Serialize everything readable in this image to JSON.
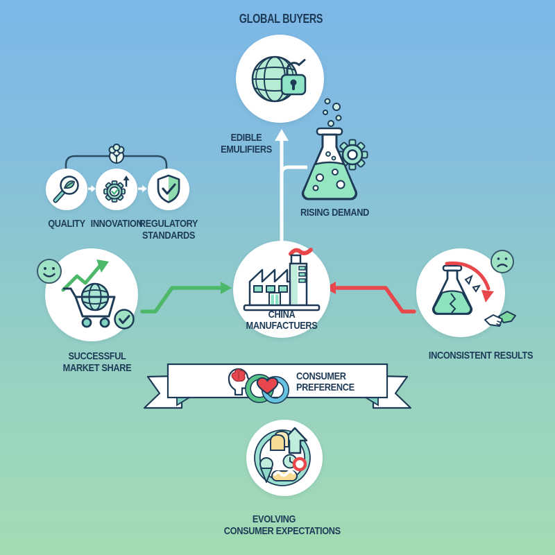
{
  "palette": {
    "bg_top": "#7cb7e7",
    "bg_middle": "#8fc9cb",
    "bg_bottom": "#a2dcb3",
    "ink": "#1d3a56",
    "mint": "#9fe3c4",
    "mint_pale": "#bfeedd",
    "teal": "#7fd4c4",
    "icon_teal": "#8fe0c8",
    "arrow_green": "#4db869",
    "arrow_red": "#e8474b",
    "ring_green": "#56c488",
    "ring_blue": "#68c2e2",
    "food_yellow": "#f8dc96",
    "white": "#ffffff"
  },
  "nodes": {
    "global_buyers": {
      "label": "GLOBAL BUYERS",
      "icon": "globe-lock-icon"
    },
    "edible": {
      "line1": "EDIBLE",
      "line2": "EMULIFIERS"
    },
    "rising": {
      "label": "RISING DEMAND",
      "icon": "flask-gear-icon"
    },
    "quality": {
      "label": "QUALITY",
      "icon": "magnifier-leaf-icon"
    },
    "innovation": {
      "label": "INNOVATION",
      "icon": "gear-check-icon"
    },
    "regulatory": {
      "line1": "REGULATORY",
      "line2": "STANDARDS",
      "icon": "shield-check-icon"
    },
    "market": {
      "line1": "SUCCESSFUL",
      "line2": "MARKET SHARE",
      "icon": "cart-globe-icon"
    },
    "china": {
      "line1": "CHINA",
      "line2": "MANUFACTUERS",
      "icon": "factory-icon"
    },
    "inconsistent": {
      "label": "INCONSISTENT RESULTS",
      "icon": "cracked-flask-icon"
    },
    "banner": {
      "line1": "CONSUMER",
      "line2": "PREFERENCE",
      "icons": [
        "head-brain-icon",
        "rings-heart-icon"
      ]
    },
    "evolving": {
      "line1": "EVOLVING",
      "line2": "CONSUMER EXPECTATIONS",
      "icon": "food-trends-icon"
    }
  },
  "connectors": {
    "up_arrow": "factory-to-global-buyers",
    "flask_branch": "flask-joins-up-arrow",
    "green_arrow": "market-share-to-china",
    "red_arrow": "inconsistent-to-china",
    "decline_arrow": "results-declining",
    "bracket": "quality-to-standards-group",
    "mini_arrows": "quality-to-innovation-to-standards"
  }
}
